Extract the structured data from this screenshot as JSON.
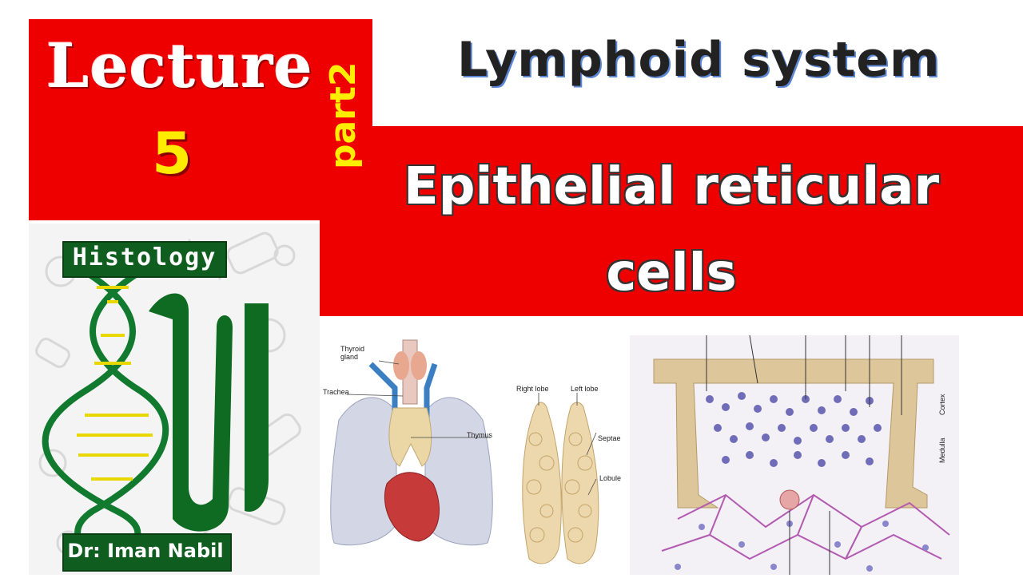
{
  "lecture": {
    "word": "Lecture",
    "number": "5",
    "part": "part2"
  },
  "title": "Lymphoid system",
  "subtitle_lines": [
    "Epithelial reticular",
    "cells"
  ],
  "logo": {
    "top_label": "Histology",
    "bottom_label": "Dr: Iman Nabil"
  },
  "figure1": {
    "labels": {
      "thyroid": "Thyroid gland",
      "trachea": "Trachea",
      "thymus": "Thymus"
    }
  },
  "figure2": {
    "labels": {
      "right_lobe": "Right lobe",
      "left_lobe": "Left lobe",
      "septae": "Septae",
      "lobule": "Lobule"
    }
  },
  "figure3": {
    "labels": {
      "cortex": "Cortex",
      "medulla": "Medulla"
    }
  },
  "colors": {
    "banner_red": "#ee0000",
    "logo_green": "#0f5d1f",
    "number_yellow": "#ffeb00"
  }
}
